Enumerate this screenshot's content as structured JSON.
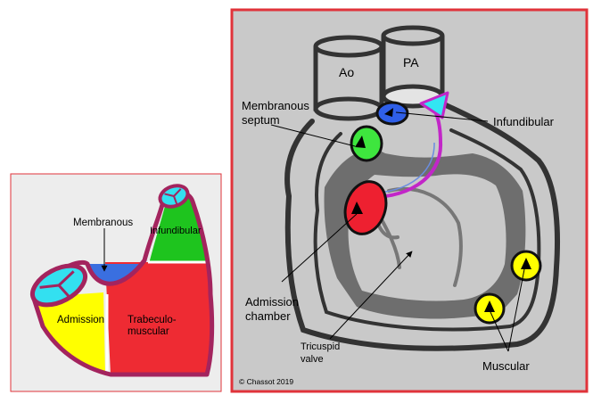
{
  "left_panel": {
    "labels": {
      "membranous": "Membranous",
      "infundibular": "Infundibular",
      "admission": "Admission",
      "trabecular_line1": "Trabeculo-",
      "trabecular_line2": "muscular"
    },
    "region_colors": {
      "infundibular": "#1ec41e",
      "trabecular": "#ee2b33",
      "admission": "#ffff00",
      "membranous": "#3a6fe0",
      "valve": "#33e0f0",
      "outline": "#a3245e",
      "background": "#ededed",
      "frame": "#e0333a"
    }
  },
  "right_panel": {
    "labels": {
      "aorta": "Ao",
      "pulmonary_artery": "PA",
      "membranous_line1": "Membranous",
      "membranous_line2": "septum",
      "infundibular": "Infundibular",
      "admission_line1": "Admission",
      "admission_line2": "chamber",
      "tricuspid_line1": "Tricuspid",
      "tricuspid_line2": "valve",
      "muscular": "Muscular",
      "copyright": "© Chassot 2019"
    },
    "marker_colors": {
      "infundibular": "#2f5fe8",
      "membranous": "#3ee63e",
      "admission": "#ee2030",
      "muscular": "#ffff00"
    },
    "flow_arrow_color": "#c226c8",
    "flow_arrow_head_fill": "#33e6f2",
    "background": "#c9c9c9",
    "frame": "#e0333a"
  }
}
